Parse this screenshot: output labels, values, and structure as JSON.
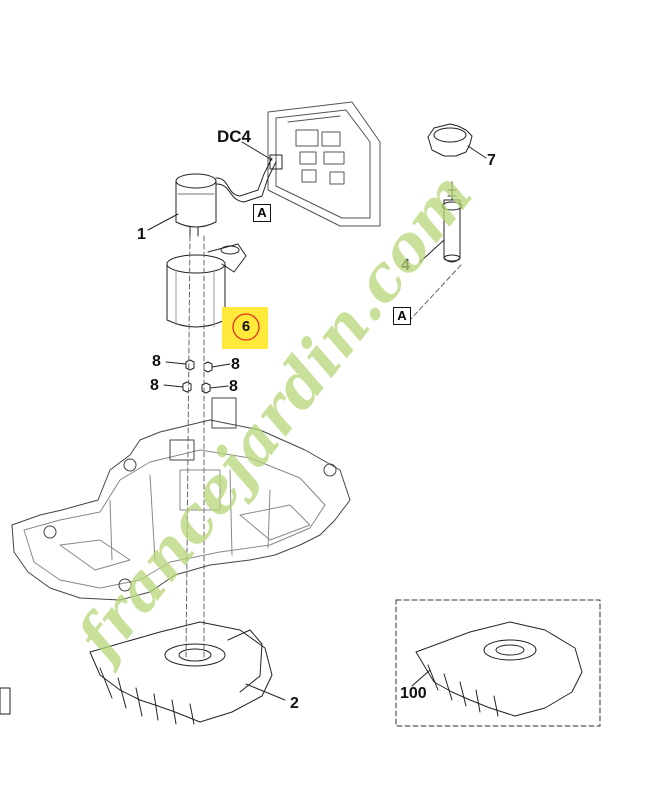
{
  "connector_label": "DC4",
  "reference_marker": "A",
  "callouts": {
    "motor": "1",
    "blade_guard": "2",
    "shaft": "4",
    "motor_housing": "6",
    "knob": "7",
    "screw": "8",
    "guard_alt": "100"
  },
  "highlight_color": "#ffe93a",
  "watermark": "francejardin.com"
}
